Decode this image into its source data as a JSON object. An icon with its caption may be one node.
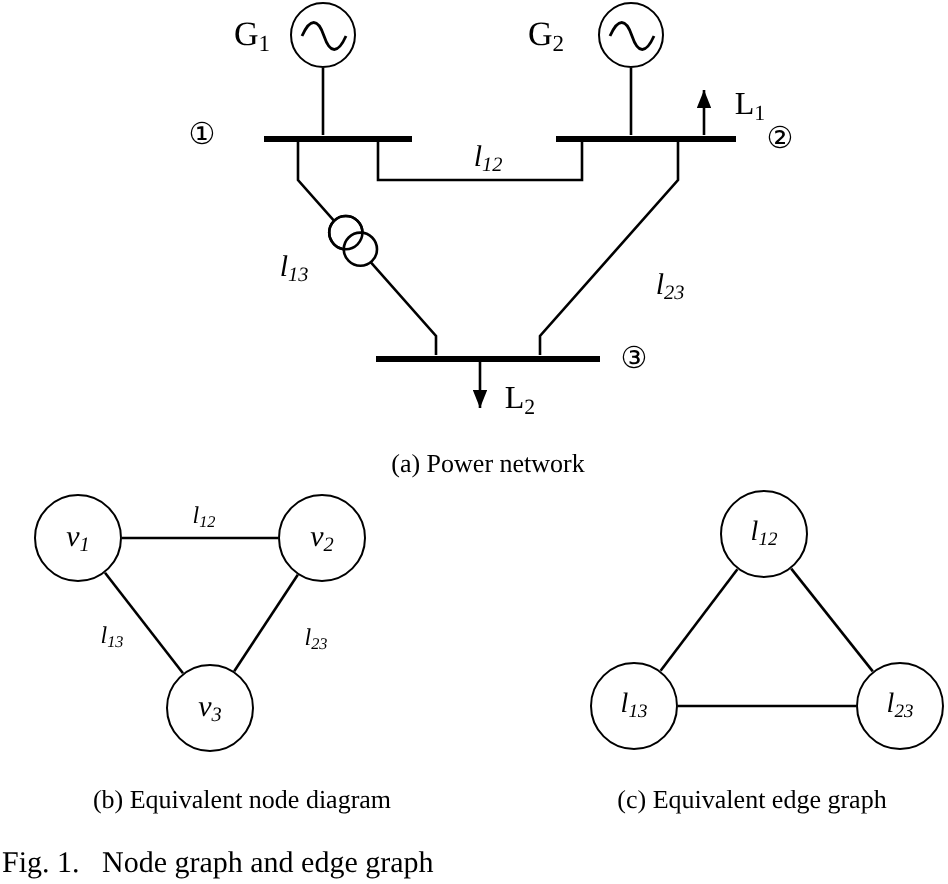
{
  "diagram": {
    "caption": "Fig. 1.   Node graph and edge graph",
    "nodes": [
      {
        "text": [],
        "shape": "circle",
        "beside": [
          "G$_{1}$"
        ]
      },
      {
        "text": [],
        "shape": "circle",
        "beside": [
          "G$_{2}$"
        ]
      },
      {
        "text": [],
        "shape": "bar",
        "beside": [
          "①"
        ]
      },
      {
        "text": [],
        "shape": "bar",
        "beside": [
          "②"
        ]
      },
      {
        "text": [],
        "shape": "bar",
        "beside": [
          "③"
        ]
      },
      {
        "text": [
          "v$_{1}$"
        ]
      },
      {
        "text": [
          "v$_{2}$"
        ]
      },
      {
        "text": [
          "v$_{3}$"
        ]
      },
      {
        "text": [
          "l$_{12}$"
        ]
      },
      {
        "text": [
          "l$_{13}$"
        ]
      },
      {
        "text": [
          "l$_{23}$"
        ]
      }
    ],
    "edges": [
      {
        "from": 0,
        "to": 2,
        "arrow": "none"
      },
      {
        "from": 1,
        "to": 3,
        "arrow": "none"
      },
      {
        "from": 2,
        "to": 3,
        "arrow": "none",
        "label": "l$_{12}$"
      },
      {
        "from": 2,
        "to": 4,
        "arrow": "none",
        "label": "l$_{13}$"
      },
      {
        "from": 3,
        "to": 4,
        "arrow": "none",
        "label": "l$_{23}$"
      },
      {
        "from": 3,
        "to": null,
        "arrow": "to",
        "label": "L$_{1}$"
      },
      {
        "from": 4,
        "to": null,
        "arrow": "to",
        "label": "L$_{2}$"
      },
      {
        "from": 5,
        "to": 6,
        "arrow": "none",
        "label": "l$_{12}$"
      },
      {
        "from": 5,
        "to": 7,
        "arrow": "none",
        "label": "l$_{13}$"
      },
      {
        "from": 6,
        "to": 7,
        "arrow": "none",
        "label": "l$_{23}$"
      },
      {
        "from": 8,
        "to": 9,
        "arrow": "none"
      },
      {
        "from": 8,
        "to": 10,
        "arrow": "none"
      },
      {
        "from": 9,
        "to": 10,
        "arrow": "none"
      }
    ],
    "labels": [
      "(a) Power network",
      "(b) Equivalent node diagram",
      "(c) Equivalent edge graph"
    ]
  }
}
